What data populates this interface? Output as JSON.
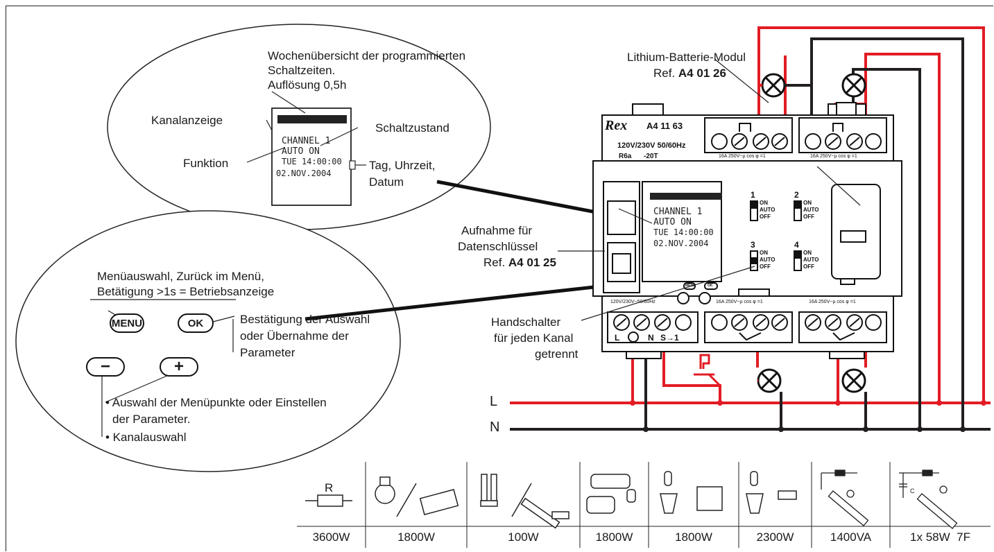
{
  "zoom_display": {
    "title": "Wochenübersicht der programmierten Schaltzeiten.",
    "resolution": "Auflösung 0,5h",
    "channel_label": "Kanalanzeige",
    "state_label": "Schaltzustand",
    "function_label": "Funktion",
    "datetime_label_1": "Tag, Uhrzeit,",
    "datetime_label_2": "Datum",
    "lcd_line1": "CHANNEL 1",
    "lcd_line2": "AUTO ON",
    "lcd_line3": "TUE 14:00:00",
    "lcd_line4": "02.NOV.2004"
  },
  "zoom_buttons": {
    "menu_desc_1": "Menüauswahl, Zurück im Menü,",
    "menu_desc_2": "Betätigung >1s = Betriebsanzeige",
    "menu_btn": "MENU",
    "ok_btn": "OK",
    "ok_desc_1": "Bestätigung der Auswahl",
    "ok_desc_2": "oder Übernahme der",
    "ok_desc_3": "Parameter",
    "minus_btn": "−",
    "plus_btn": "+",
    "bullet_1a": "• Auswahl der Menüpunkte oder Einstellen",
    "bullet_1b": "der Parameter.",
    "bullet_2": "• Kanalauswahl"
  },
  "callouts": {
    "battery_1": "Lithium-Batterie-Modul",
    "battery_2_prefix": "Ref. ",
    "battery_ref": "A4 01 26",
    "key_1": "Aufnahme für",
    "key_2": "Datenschlüssel",
    "key_3_prefix": "Ref. ",
    "key_ref": "A4 01 25",
    "switch_1": "Handschalter",
    "switch_2": "für jeden Kanal",
    "switch_3": "getrennt"
  },
  "device": {
    "brand": "Rex",
    "model": "A4 11 63",
    "voltage": "120V/230V 50/60Hz",
    "battery_type": "R6a",
    "temp": "-20T",
    "rating_top_1": "16A 250V~µ cos φ =1",
    "rating_top_2": "16A 250V~µ cos φ =1",
    "rating_bottom_1": "120V/230V~50/60Hz",
    "rating_bottom_2": "16A 250V~µ cos φ =1",
    "rating_bottom_3": "16A 250V~µ cos φ =1",
    "ch1": "1",
    "ch2": "2",
    "ch3": "3",
    "ch4": "4",
    "sw_on": "ON",
    "sw_auto": "AUTO",
    "sw_off": "OFF",
    "btn_menu": "MENU",
    "btn_ok": "OK",
    "term_l": "L",
    "term_n": "N",
    "term_s": "S→1",
    "lcd_line1": "CHANNEL 1",
    "lcd_line2": "AUTO ON",
    "lcd_line3": "TUE 14:00:00",
    "lcd_line4": "02.NOV.2004"
  },
  "wiring": {
    "line_L": "L",
    "line_N": "N",
    "colors": {
      "phase": "#e21c24",
      "neutral": "#231f20"
    }
  },
  "loads": {
    "resistor_label": "R",
    "cap_label": "C",
    "wattages": [
      "3600W",
      "1800W",
      "100W",
      "1800W",
      "1800W",
      "2300W",
      "1400VA",
      "1x 58W  7F"
    ]
  }
}
